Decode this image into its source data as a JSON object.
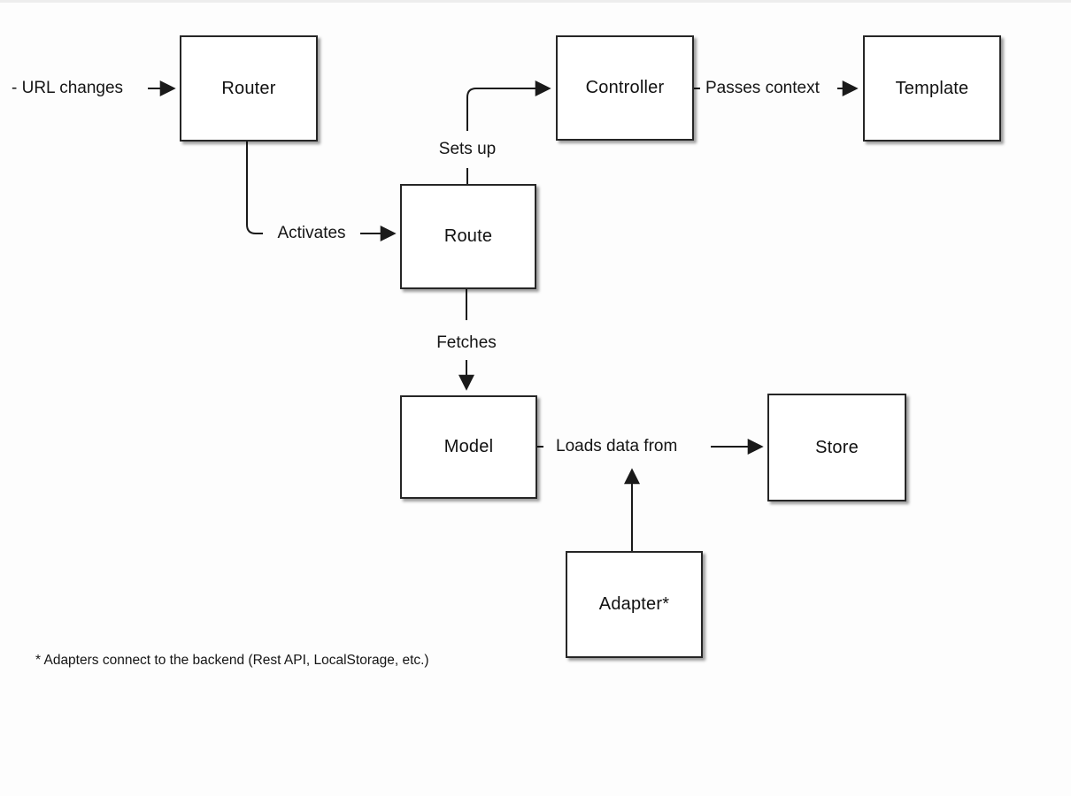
{
  "diagram": {
    "type": "flowchart",
    "nodes": [
      {
        "id": "router",
        "label": "Router"
      },
      {
        "id": "controller",
        "label": "Controller"
      },
      {
        "id": "template",
        "label": "Template"
      },
      {
        "id": "route",
        "label": "Route"
      },
      {
        "id": "model",
        "label": "Model"
      },
      {
        "id": "store",
        "label": "Store"
      },
      {
        "id": "adapter",
        "label": "Adapter*"
      }
    ],
    "edges": [
      {
        "from": "url-change-event",
        "to": "router",
        "label": "- URL changes"
      },
      {
        "from": "router",
        "to": "route",
        "label": "Activates"
      },
      {
        "from": "route",
        "to": "controller",
        "label": "Sets up"
      },
      {
        "from": "controller",
        "to": "template",
        "label": "Passes context"
      },
      {
        "from": "route",
        "to": "model",
        "label": "Fetches"
      },
      {
        "from": "model",
        "to": "store",
        "label": "Loads data from"
      },
      {
        "from": "adapter",
        "to": "loads-data-from-edge",
        "label": ""
      }
    ],
    "footnote": "* Adapters connect to the backend (Rest API, LocalStorage, etc.)",
    "colors": {
      "background": "#fdfdfd",
      "box_fill": "#ffffff",
      "box_border": "#262626",
      "line_stroke": "#1a1a1a",
      "text": "#111111"
    }
  }
}
